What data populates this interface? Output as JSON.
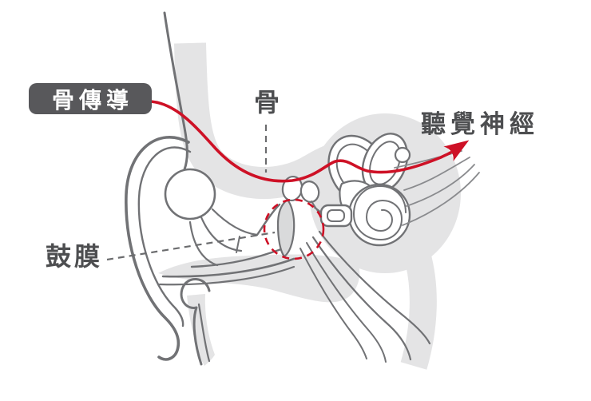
{
  "labels": {
    "bone_conduction": "骨傳導",
    "bone": "骨",
    "auditory_nerve": "聽覺神經",
    "eardrum": "鼓膜"
  },
  "colors": {
    "pathway_red": "#CE1126",
    "pill_bg": "#58585B",
    "pill_text": "#FFFFFF",
    "label_text": "#4D4E50",
    "outline": "#717275",
    "outline_light": "#8A8B8E",
    "dash_gray": "#6B6C6E",
    "bone_fill": "#E4E4E5",
    "eardrum_fill": "#D9DADB",
    "background": "#FFFFFF"
  },
  "icons": {
    "arrowhead": "red-arrow",
    "highlight": "red-dashed-circle"
  }
}
